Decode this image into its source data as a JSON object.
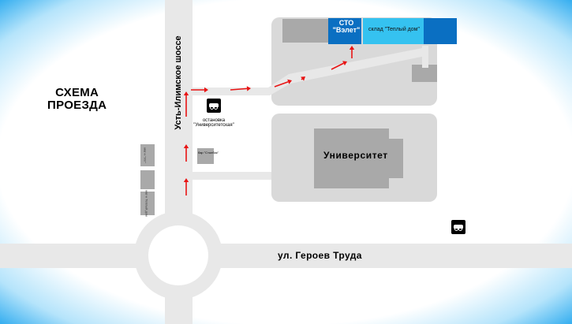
{
  "title": {
    "line1": "СХЕМА",
    "line2": "ПРОЕЗДА"
  },
  "roads": {
    "vertical": "Усть-Илимское шоссе",
    "horizontal": "ул. Героев Труда"
  },
  "buildings": {
    "sto_line1": "СТО",
    "sto_line2": "\"Вэлет\"",
    "warehouse": "склад \"Теплый дом\"",
    "university": "Университет",
    "bar": "бар \"Столбик\"",
    "small1": "маг-н \"Ил\"",
    "small2": "маг-н Теплый дом"
  },
  "bus_stop": {
    "line1": "остановка",
    "line2": "\"Университетская\""
  },
  "colors": {
    "road": "#e8e8e8",
    "block": "#d9d9d9",
    "building": "#a9a9a9",
    "sto": "#0a6fc2",
    "warehouse": "#35c2f0",
    "route_arrow": "#e81414"
  },
  "icons": [
    "bus-stop-icon",
    "bus-stop-icon",
    "route-arrow-icon"
  ]
}
